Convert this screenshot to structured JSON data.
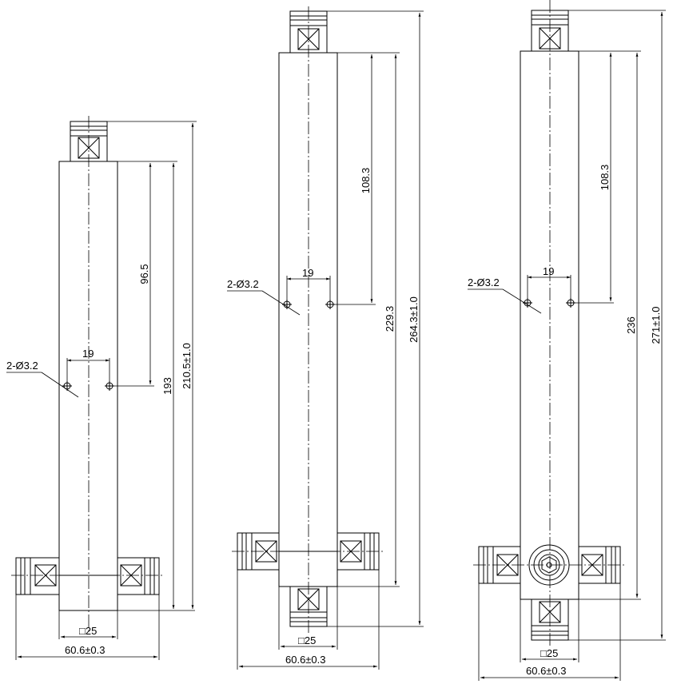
{
  "drawings": [
    {
      "id": "splitter-2way",
      "dims": {
        "hole_pitch": "19",
        "hole_callout": "2-Ø3.2",
        "hole_offset": "96.5",
        "body_to_holes": "193",
        "overall_length": "210.5±1.0",
        "square_size": "□25",
        "overall_width": "60.6±0.3"
      }
    },
    {
      "id": "splitter-3way",
      "dims": {
        "hole_pitch": "19",
        "hole_callout": "2-Ø3.2",
        "hole_offset": "108.3",
        "body_length": "229.3",
        "overall_length": "264.3±1.0",
        "square_size": "□25",
        "overall_width": "60.6±0.3"
      }
    },
    {
      "id": "splitter-4way",
      "dims": {
        "hole_pitch": "19",
        "hole_callout": "2-Ø3.2",
        "hole_offset": "108.3",
        "body_length": "236",
        "overall_length": "271±1.0",
        "square_size": "□25",
        "overall_width": "60.6±0.3"
      }
    }
  ]
}
